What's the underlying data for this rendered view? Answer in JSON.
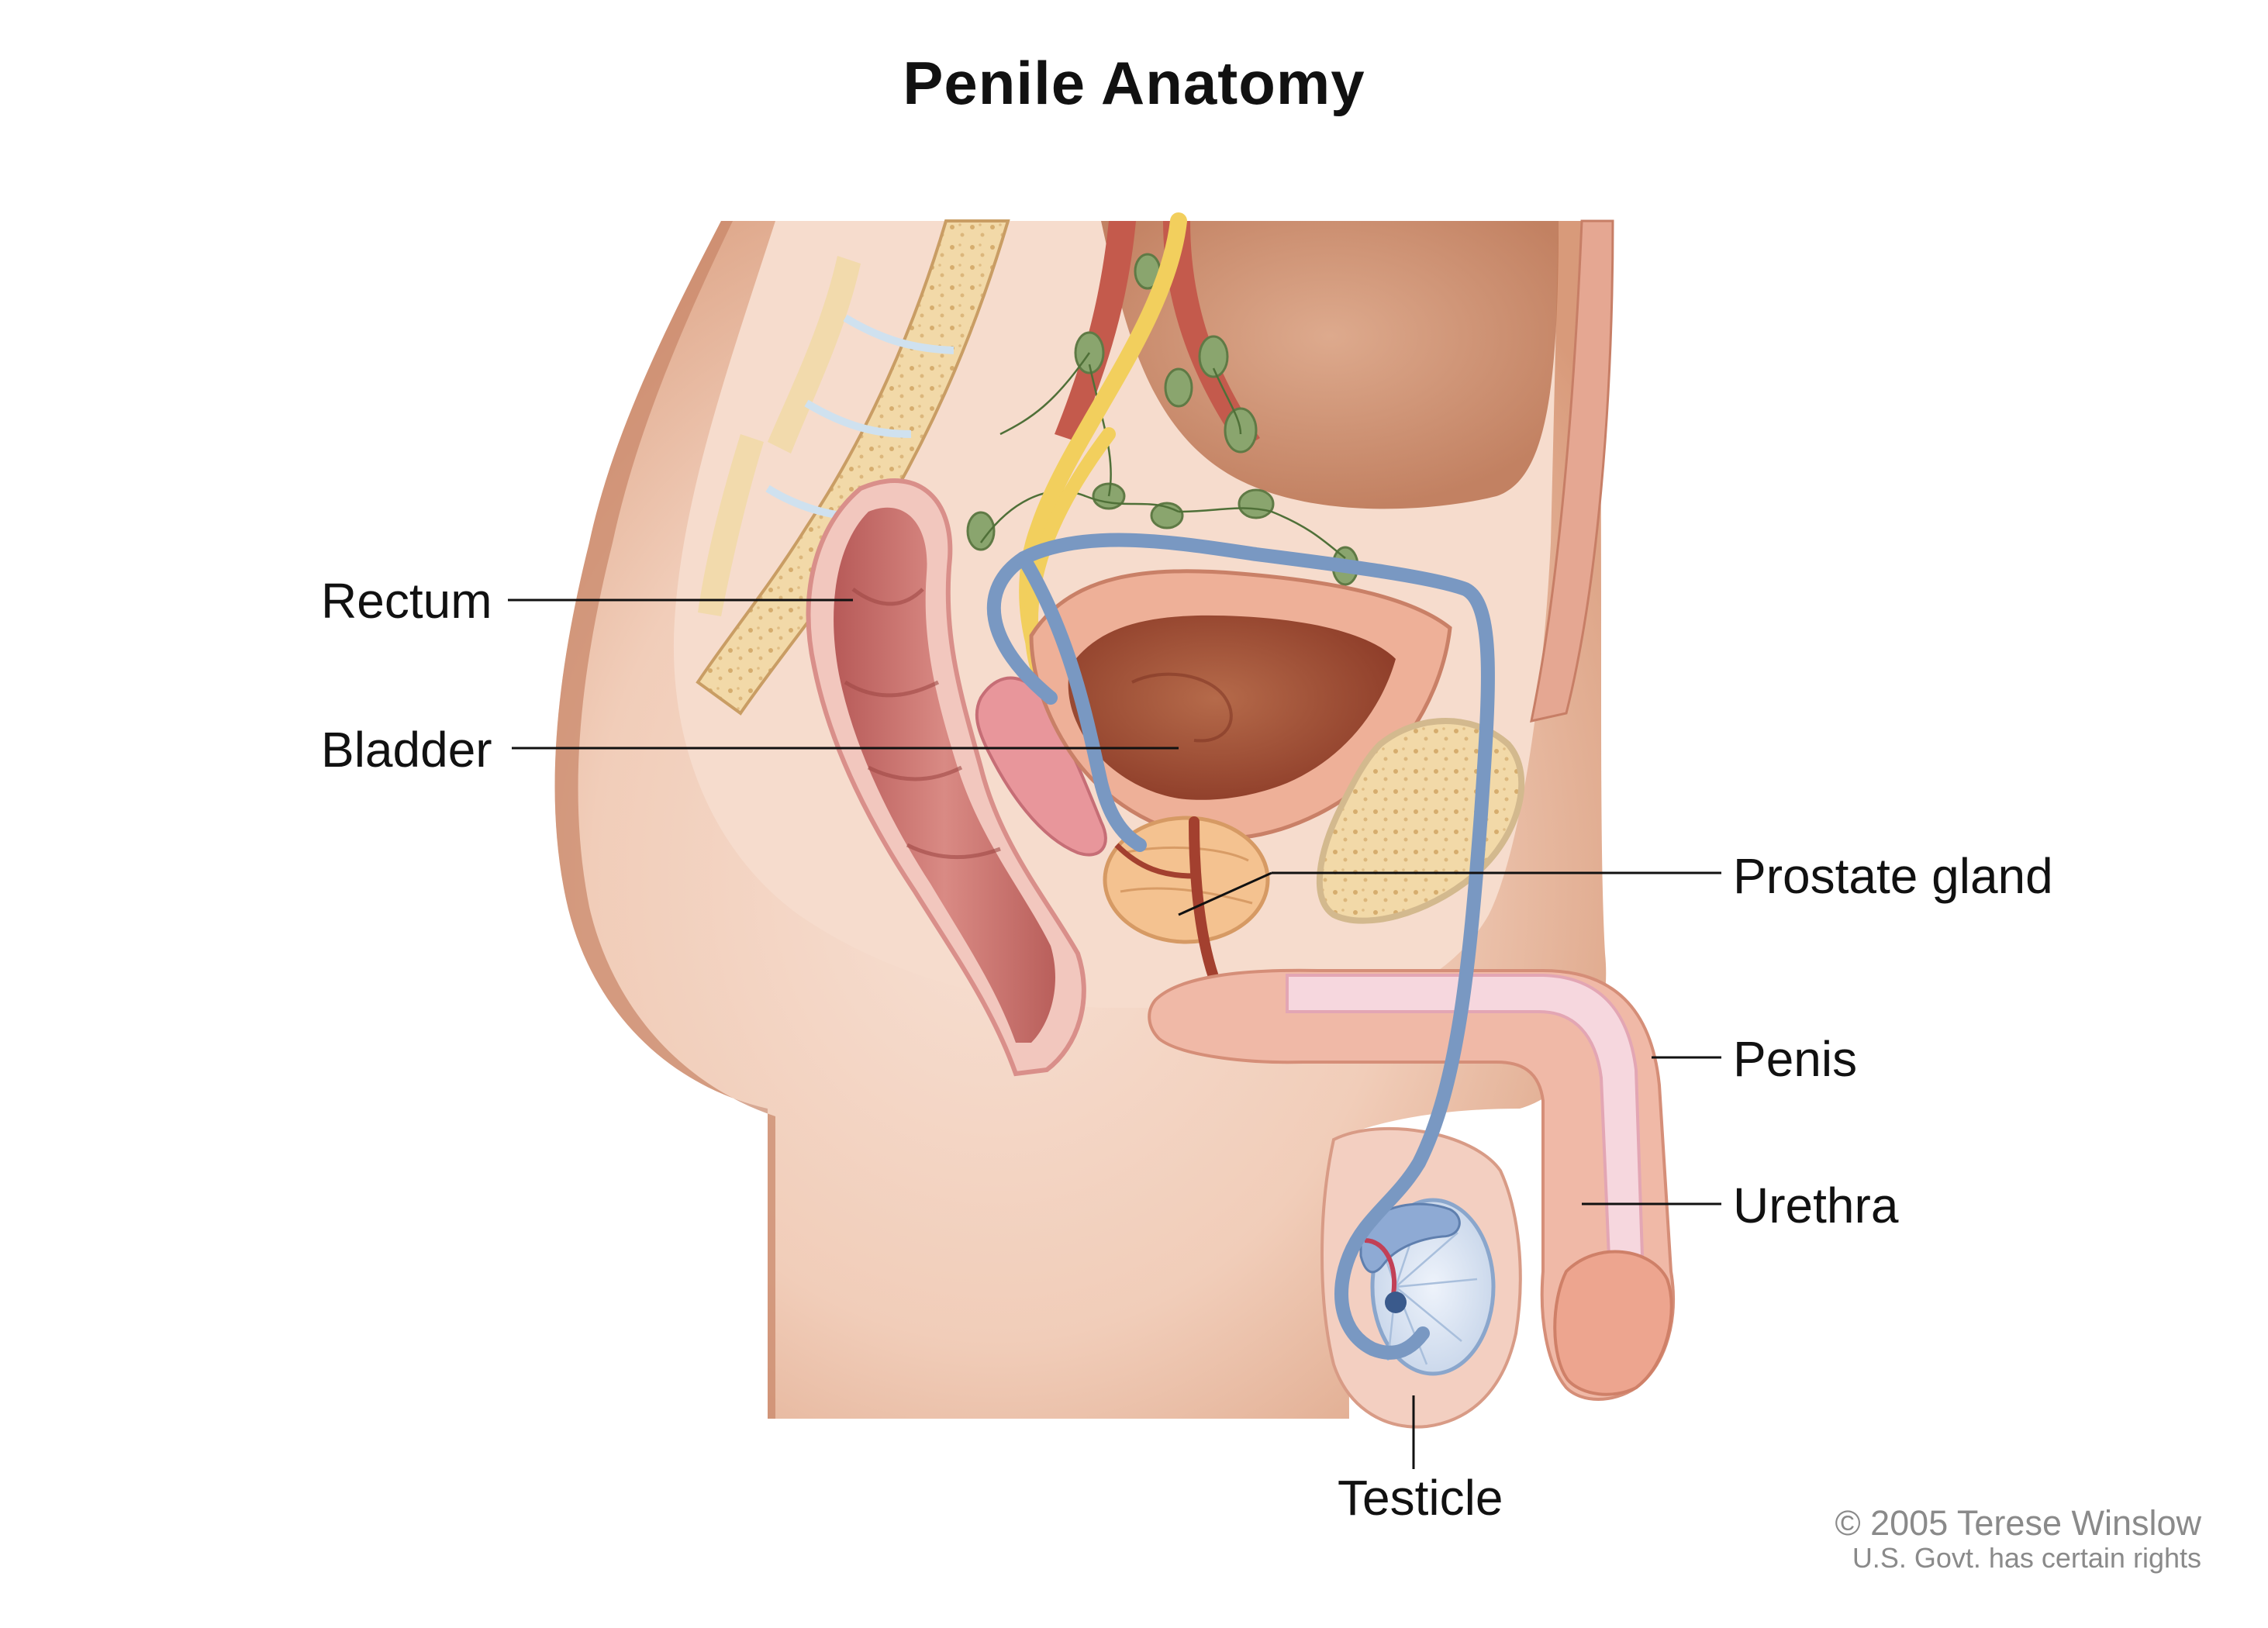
{
  "title": "Penile Anatomy",
  "labels": {
    "rectum": "Rectum",
    "bladder": "Bladder",
    "prostate": "Prostate gland",
    "penis": "Penis",
    "urethra": "Urethra",
    "testicle": "Testicle"
  },
  "credit": {
    "line1": "© 2005 Terese Winslow",
    "line2": "U.S. Govt. has certain rights"
  },
  "colors": {
    "skin": "#f5d6c6",
    "skin_dark": "#d99a7c",
    "tissue": "#f3c4b4",
    "bone": "#f2d9a8",
    "bone_dot": "#d9b57a",
    "rectum": "#c9706b",
    "bladder": "#a8543c",
    "prostate": "#f0b98a",
    "vas": "#7d9ec4",
    "ureter": "#f3d36a",
    "lymph": "#7f9b63",
    "leader": "#111111"
  }
}
